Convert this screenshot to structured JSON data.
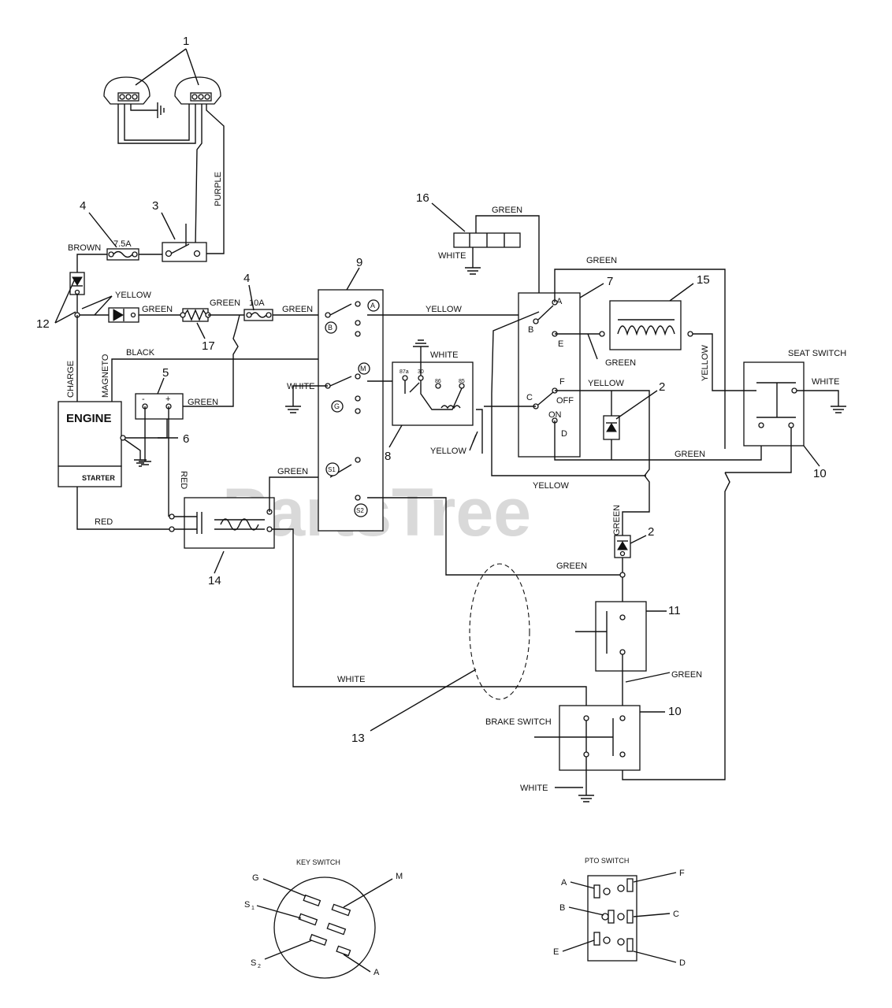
{
  "watermark": "PartsTree",
  "callouts": {
    "c1": "1",
    "c2a": "2",
    "c2b": "2",
    "c3": "3",
    "c4a": "4",
    "c4b": "4",
    "c5": "5",
    "c6": "6",
    "c7": "7",
    "c8": "8",
    "c9": "9",
    "c10a": "10",
    "c10b": "10",
    "c11": "11",
    "c12": "12",
    "c13": "13",
    "c14": "14",
    "c15": "15",
    "c16": "16",
    "c17": "17"
  },
  "wires": {
    "purple": "PURPLE",
    "brown": "BROWN",
    "yellow_12": "YELLOW",
    "green_17a": "GREEN",
    "green_17b": "GREEN",
    "green_fuse": "GREEN",
    "yellow_a": "YELLOW",
    "black": "BLACK",
    "charge": "CHARGE",
    "magneto": "MAGNETO",
    "green_batt": "GREEN",
    "red_vert": "RED",
    "red_bottom": "RED",
    "white_g": "WHITE",
    "white_relay": "WHITE",
    "green_16": "GREEN",
    "white_16": "WHITE",
    "green_top": "GREEN",
    "green_e": "GREEN",
    "yellow_f": "YELLOW",
    "yellow_seat": "YELLOW",
    "white_seat": "WHITE",
    "green_d": "GREEN",
    "yellow_relay": "YELLOW",
    "yellow_long": "YELLOW",
    "green_s1": "GREEN",
    "green_2": "GREEN",
    "green_s2": "GREEN",
    "green_11": "GREEN",
    "white_bottom": "WHITE",
    "white_brake": "WHITE"
  },
  "components": {
    "engine": "ENGINE",
    "starter": "STARTER",
    "seat_switch": "SEAT SWITCH",
    "brake_switch": "BRAKE SWITCH",
    "fuse_small": "7.5A",
    "fuse_large": "10A"
  },
  "ign_terminals": {
    "a": "A",
    "b": "B",
    "m": "M",
    "g": "G",
    "s1": "S1",
    "s2": "S2"
  },
  "pto_terminals": {
    "a": "A",
    "b": "B",
    "e": "E",
    "c": "C",
    "f": "F",
    "off": "OFF",
    "on": "ON",
    "d": "D"
  },
  "relay_pins": {
    "p87": "87a",
    "p30": "30",
    "p86": "86",
    "p85": "85"
  },
  "battery": {
    "minus": "-",
    "plus": "+"
  },
  "key_switch": {
    "title": "KEY SWITCH",
    "g": "G",
    "m": "M",
    "s1": "S",
    "s1_sub": "1",
    "s2": "S",
    "s2_sub": "2",
    "a": "A"
  },
  "pto_switch": {
    "title": "PTO SWITCH",
    "a": "A",
    "f": "F",
    "b": "B",
    "c": "C",
    "e": "E",
    "d": "D"
  }
}
